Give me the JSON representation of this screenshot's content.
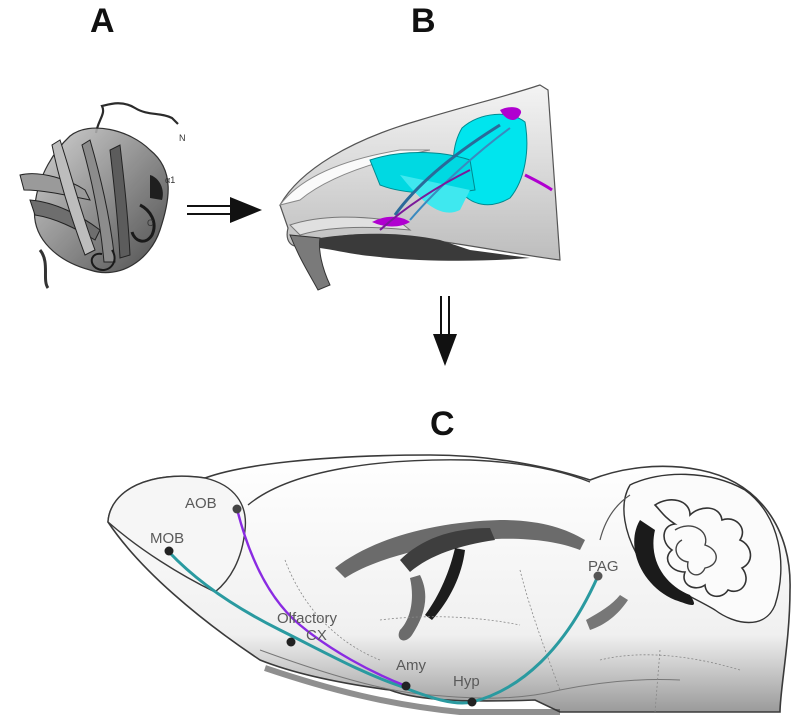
{
  "panels": {
    "a": "A",
    "b": "B",
    "c": "C"
  },
  "protein": {
    "n_terminus": "N",
    "helix": "α1",
    "c_terminus": "C"
  },
  "brain_regions": {
    "aob": "AOB",
    "mob": "MOB",
    "olfactory": "Olfactory",
    "cx": "CX",
    "amy": "Amy",
    "hyp": "Hyp",
    "pag": "PAG"
  },
  "colors": {
    "main_pathway": "#2a9aa0",
    "accessory_pathway": "#8a2be2",
    "vomeronasal_organ": "#b000d0",
    "olfactory_epithelium": "#00e5ee",
    "brain_structure": "#6b6b6b"
  }
}
